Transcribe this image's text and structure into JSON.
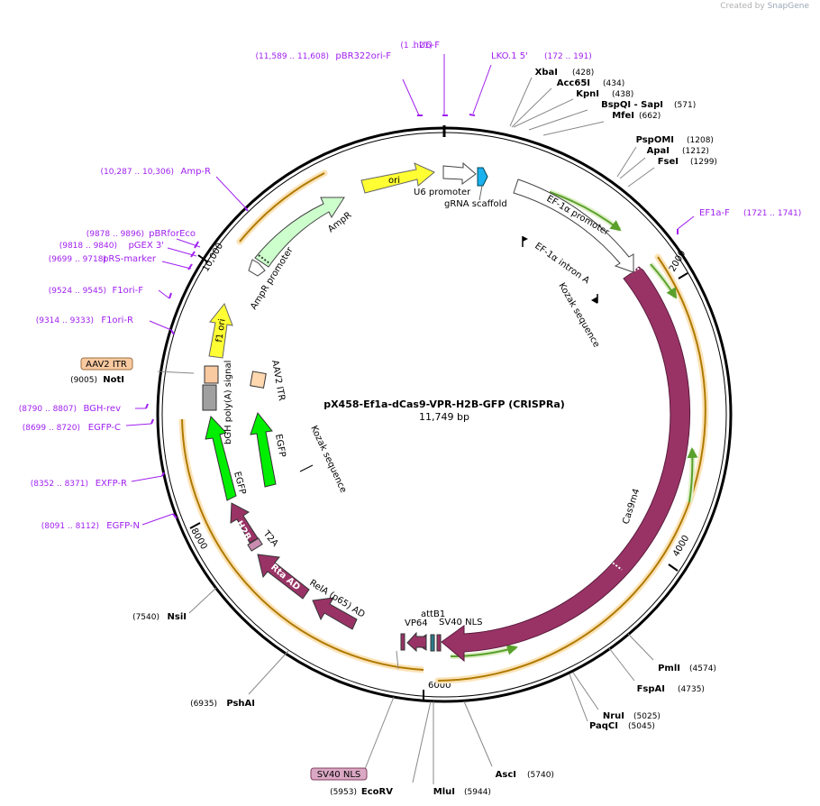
{
  "credit": {
    "prefix": "Created by",
    "brand": "SnapGene"
  },
  "plasmid": {
    "name": "pX458-Ef1a-dCas9-VPR-H2B-GFP (CRISPRa)",
    "length_label": "11,749 bp",
    "length": 11749
  },
  "tick_labels": [
    {
      "text": "2000",
      "bp": 2000
    },
    {
      "text": "4000",
      "bp": 4000
    },
    {
      "text": "6000",
      "bp": 6000
    },
    {
      "text": "8000",
      "bp": 8000
    },
    {
      "text": "10,000",
      "bp": 10000
    }
  ],
  "sites": [
    {
      "name": "XbaI",
      "pos": "(428)",
      "bp": 428
    },
    {
      "name": "Acc65I",
      "pos": "(434)",
      "bp": 434
    },
    {
      "name": "KpnI",
      "pos": "(438)",
      "bp": 438
    },
    {
      "name": "BspQI  - SapI",
      "pos": "(571)",
      "bp": 571
    },
    {
      "name": "MfeI",
      "pos": "(662)",
      "bp": 662
    },
    {
      "name": "PspOMI",
      "pos": "(1208)",
      "bp": 1208
    },
    {
      "name": "ApaI",
      "pos": "(1212)",
      "bp": 1212
    },
    {
      "name": "FseI",
      "pos": "(1299)",
      "bp": 1299
    },
    {
      "name": "PmlI",
      "pos": "(4574)",
      "bp": 4574
    },
    {
      "name": "FspAI",
      "pos": "(4735)",
      "bp": 4735
    },
    {
      "name": "NruI",
      "pos": "(5025)",
      "bp": 5025
    },
    {
      "name": "PaqCI",
      "pos": "(5045)",
      "bp": 5045
    },
    {
      "name": "AscI",
      "pos": "(5740)",
      "bp": 5740
    },
    {
      "name": "MluI",
      "pos": "(5944)",
      "bp": 5944
    },
    {
      "name": "EcoRV",
      "pos": "(5953)",
      "bp": 5953
    },
    {
      "name": "PshAI",
      "pos": "(6935)",
      "bp": 6935
    },
    {
      "name": "NsiI",
      "pos": "(7540)",
      "bp": 7540
    },
    {
      "name": "NotI",
      "pos": "(9005)",
      "bp": 9005
    }
  ],
  "primers": [
    {
      "name": "hU6-F",
      "pos": "(1 .. 21)",
      "bp": 11
    },
    {
      "name": "LKO.1 5'",
      "pos": "(172 .. 191)",
      "bp": 181
    },
    {
      "name": "pBR322ori-F",
      "pos": "(11,589 .. 11,608)",
      "bp": 11598
    },
    {
      "name": "EF1a-F",
      "pos": "(1721 .. 1741)",
      "bp": 1731
    },
    {
      "name": "Amp-R",
      "pos": "(10,287 .. 10,306)",
      "bp": 10296
    },
    {
      "name": "pBRforEco",
      "pos": "(9878 .. 9896)",
      "bp": 9887
    },
    {
      "name": "pGEX 3'",
      "pos": "(9818 .. 9840)",
      "bp": 9829
    },
    {
      "name": "pRS-marker",
      "pos": "(9699 .. 9718)",
      "bp": 9708
    },
    {
      "name": "F1ori-F",
      "pos": "(9524 .. 9545)",
      "bp": 9534
    },
    {
      "name": "F1ori-R",
      "pos": "(9314 .. 9333)",
      "bp": 9323
    },
    {
      "name": "BGH-rev",
      "pos": "(8790 .. 8807)",
      "bp": 8798
    },
    {
      "name": "EGFP-C",
      "pos": "(8699 .. 8720)",
      "bp": 8709
    },
    {
      "name": "EXFP-R",
      "pos": "(8352 .. 8371)",
      "bp": 8361
    },
    {
      "name": "EGFP-N",
      "pos": "(8091 .. 8112)",
      "bp": 8101
    }
  ],
  "boxed_labels": [
    {
      "name": "AAV2 ITR",
      "color": "#f9c9a0"
    },
    {
      "name": "SV40 NLS",
      "color": "#dba8c4"
    }
  ],
  "features": [
    {
      "name": "ori",
      "color": "#ffff33"
    },
    {
      "name": "U6 promoter",
      "color": "#ffffff"
    },
    {
      "name": "gRNA scaffold",
      "color": "#1ab2ee"
    },
    {
      "name": "EF-1α promoter",
      "color": "#ffffff"
    },
    {
      "name": "EF-1α intron A",
      "color": "#000000"
    },
    {
      "name": "Kozak sequence",
      "color": "#000000"
    },
    {
      "name": "Cas9m4",
      "color": "#993366"
    },
    {
      "name": "SV40 NLS",
      "color": "#993366"
    },
    {
      "name": "attB1",
      "color": "#2b7a8c"
    },
    {
      "name": "VP64",
      "color": "#993366"
    },
    {
      "name": "RelA (p65) AD",
      "color": "#993366"
    },
    {
      "name": "Rta AD",
      "color": "#993366"
    },
    {
      "name": "T2A",
      "color": "#c98bb0"
    },
    {
      "name": "H2B",
      "color": "#993366"
    },
    {
      "name": "EGFP",
      "color": "#00ee00"
    },
    {
      "name": "bGH poly(A) signal",
      "color": "#a0a0a0"
    },
    {
      "name": "AAV2 ITR",
      "color": "#ffd8b0"
    },
    {
      "name": "f1 ori",
      "color": "#ffff33"
    },
    {
      "name": "AmpR promoter",
      "color": "#ffffff"
    },
    {
      "name": "AmpR",
      "color": "#ccffcc"
    }
  ],
  "colors": {
    "backbone": "#000000",
    "primer": "#a020f0",
    "cds": "#993366",
    "orf_fill": "#f5a623",
    "orf_arrow": "#5aa02c"
  }
}
